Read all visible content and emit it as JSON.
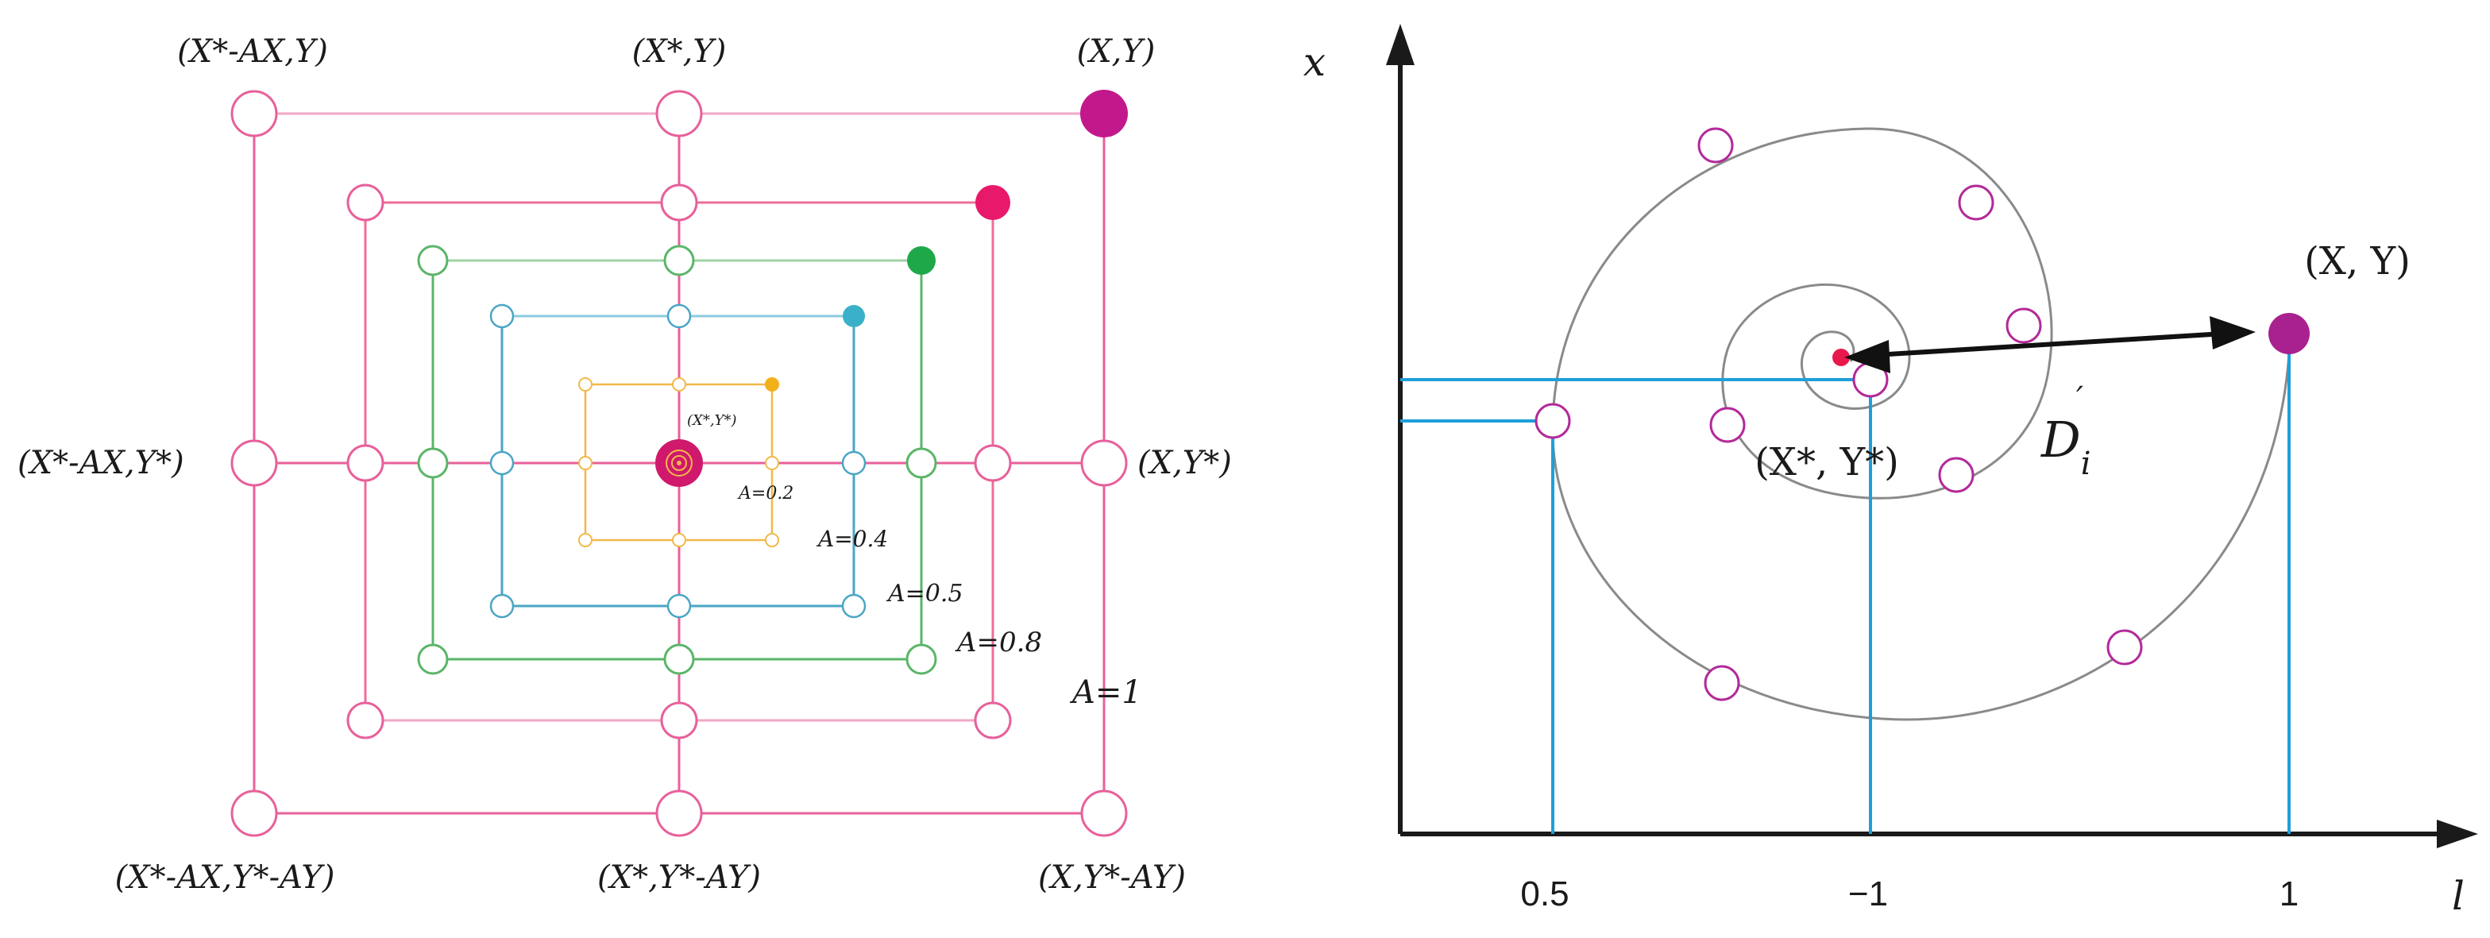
{
  "left_panel": {
    "corner_labels": {
      "top_left": "(X*-AX,Y)",
      "top_mid": "(X*,Y)",
      "top_right": "(X,Y)",
      "mid_left": "(X*-AX,Y*)",
      "mid_right": "(X,Y*)",
      "bottom_left": "(X*-AX,Y*-AY)",
      "bottom_mid": "(X*,Y*-AY)",
      "bottom_right": "(X,Y*-AY)",
      "center": "(X*,Y*)"
    },
    "squares": [
      {
        "a_label": "A=1",
        "color": "#e8609a"
      },
      {
        "a_label": "A=0.8",
        "color": "#ee6e9a"
      },
      {
        "a_label": "A=0.5",
        "color": "#5bb568"
      },
      {
        "a_label": "A=0.4",
        "color": "#4aa6c4"
      },
      {
        "a_label": "A=0.2",
        "color": "#f2b84a"
      }
    ],
    "filled_point_colors": [
      "#c2188b",
      "#e8186a",
      "#1fa84a",
      "#3bb0c9",
      "#f2b01a"
    ],
    "center_color": "#d0196c"
  },
  "right_panel": {
    "y_axis_label": "x",
    "x_axis_label": "l",
    "tick_labels": [
      "0.5",
      "−1",
      "1"
    ],
    "point_label": "(X, Y)",
    "center_label": "(X*, Y*)",
    "distance_label": "D",
    "distance_sub": "i",
    "distance_prime": "′",
    "point_color": "#a8218f",
    "center_color": "#e8184a",
    "guide_color": "#1e9fd8",
    "spiral_color": "#8a8a8a",
    "marker_color": "#b32a9a"
  }
}
